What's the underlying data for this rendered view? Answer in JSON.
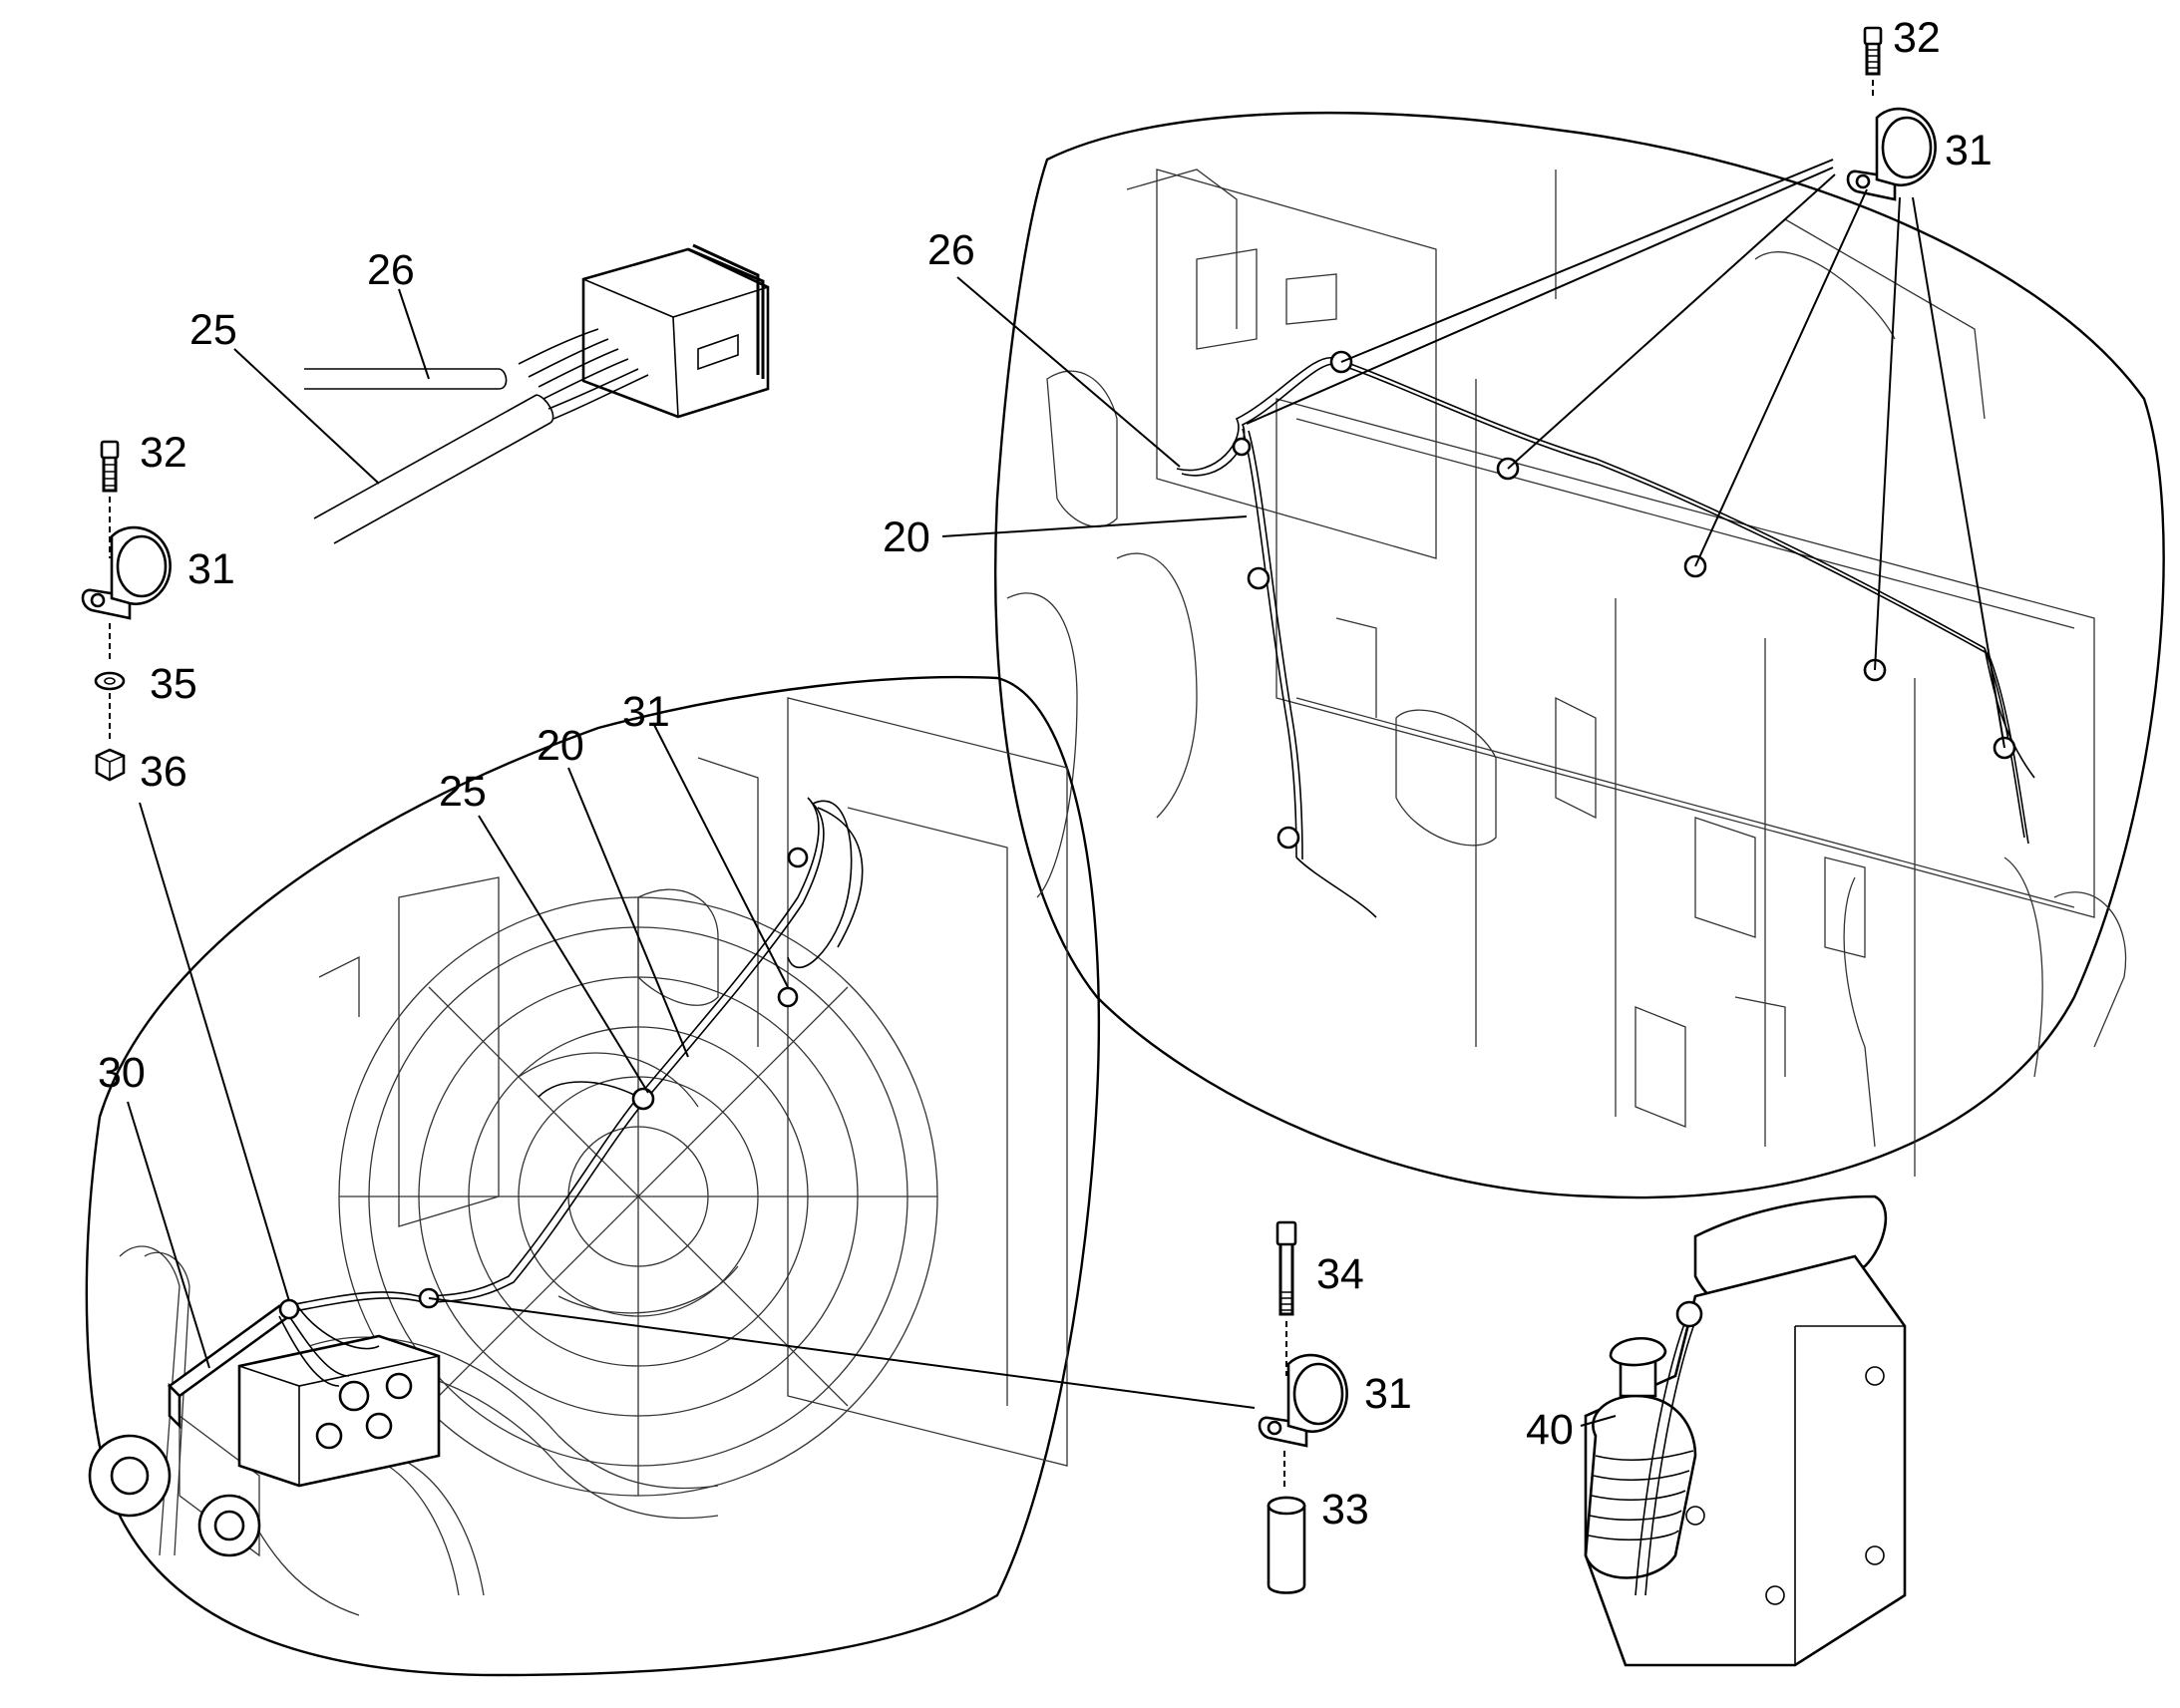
{
  "diagram": {
    "callouts": [
      {
        "id": "c32-top",
        "text": "32"
      },
      {
        "id": "c31-top",
        "text": "31"
      },
      {
        "id": "c26-top",
        "text": "26"
      },
      {
        "id": "c20-top",
        "text": "20"
      },
      {
        "id": "c26-conn",
        "text": "26"
      },
      {
        "id": "c25-conn",
        "text": "25"
      },
      {
        "id": "c32-left",
        "text": "32"
      },
      {
        "id": "c31-left",
        "text": "31"
      },
      {
        "id": "c35",
        "text": "35"
      },
      {
        "id": "c36",
        "text": "36"
      },
      {
        "id": "c25-mid",
        "text": "25"
      },
      {
        "id": "c20-mid",
        "text": "20"
      },
      {
        "id": "c31-mid",
        "text": "31"
      },
      {
        "id": "c30",
        "text": "30"
      },
      {
        "id": "c34",
        "text": "34"
      },
      {
        "id": "c31-bot",
        "text": "31"
      },
      {
        "id": "c33",
        "text": "33"
      },
      {
        "id": "c40",
        "text": "40"
      }
    ]
  }
}
